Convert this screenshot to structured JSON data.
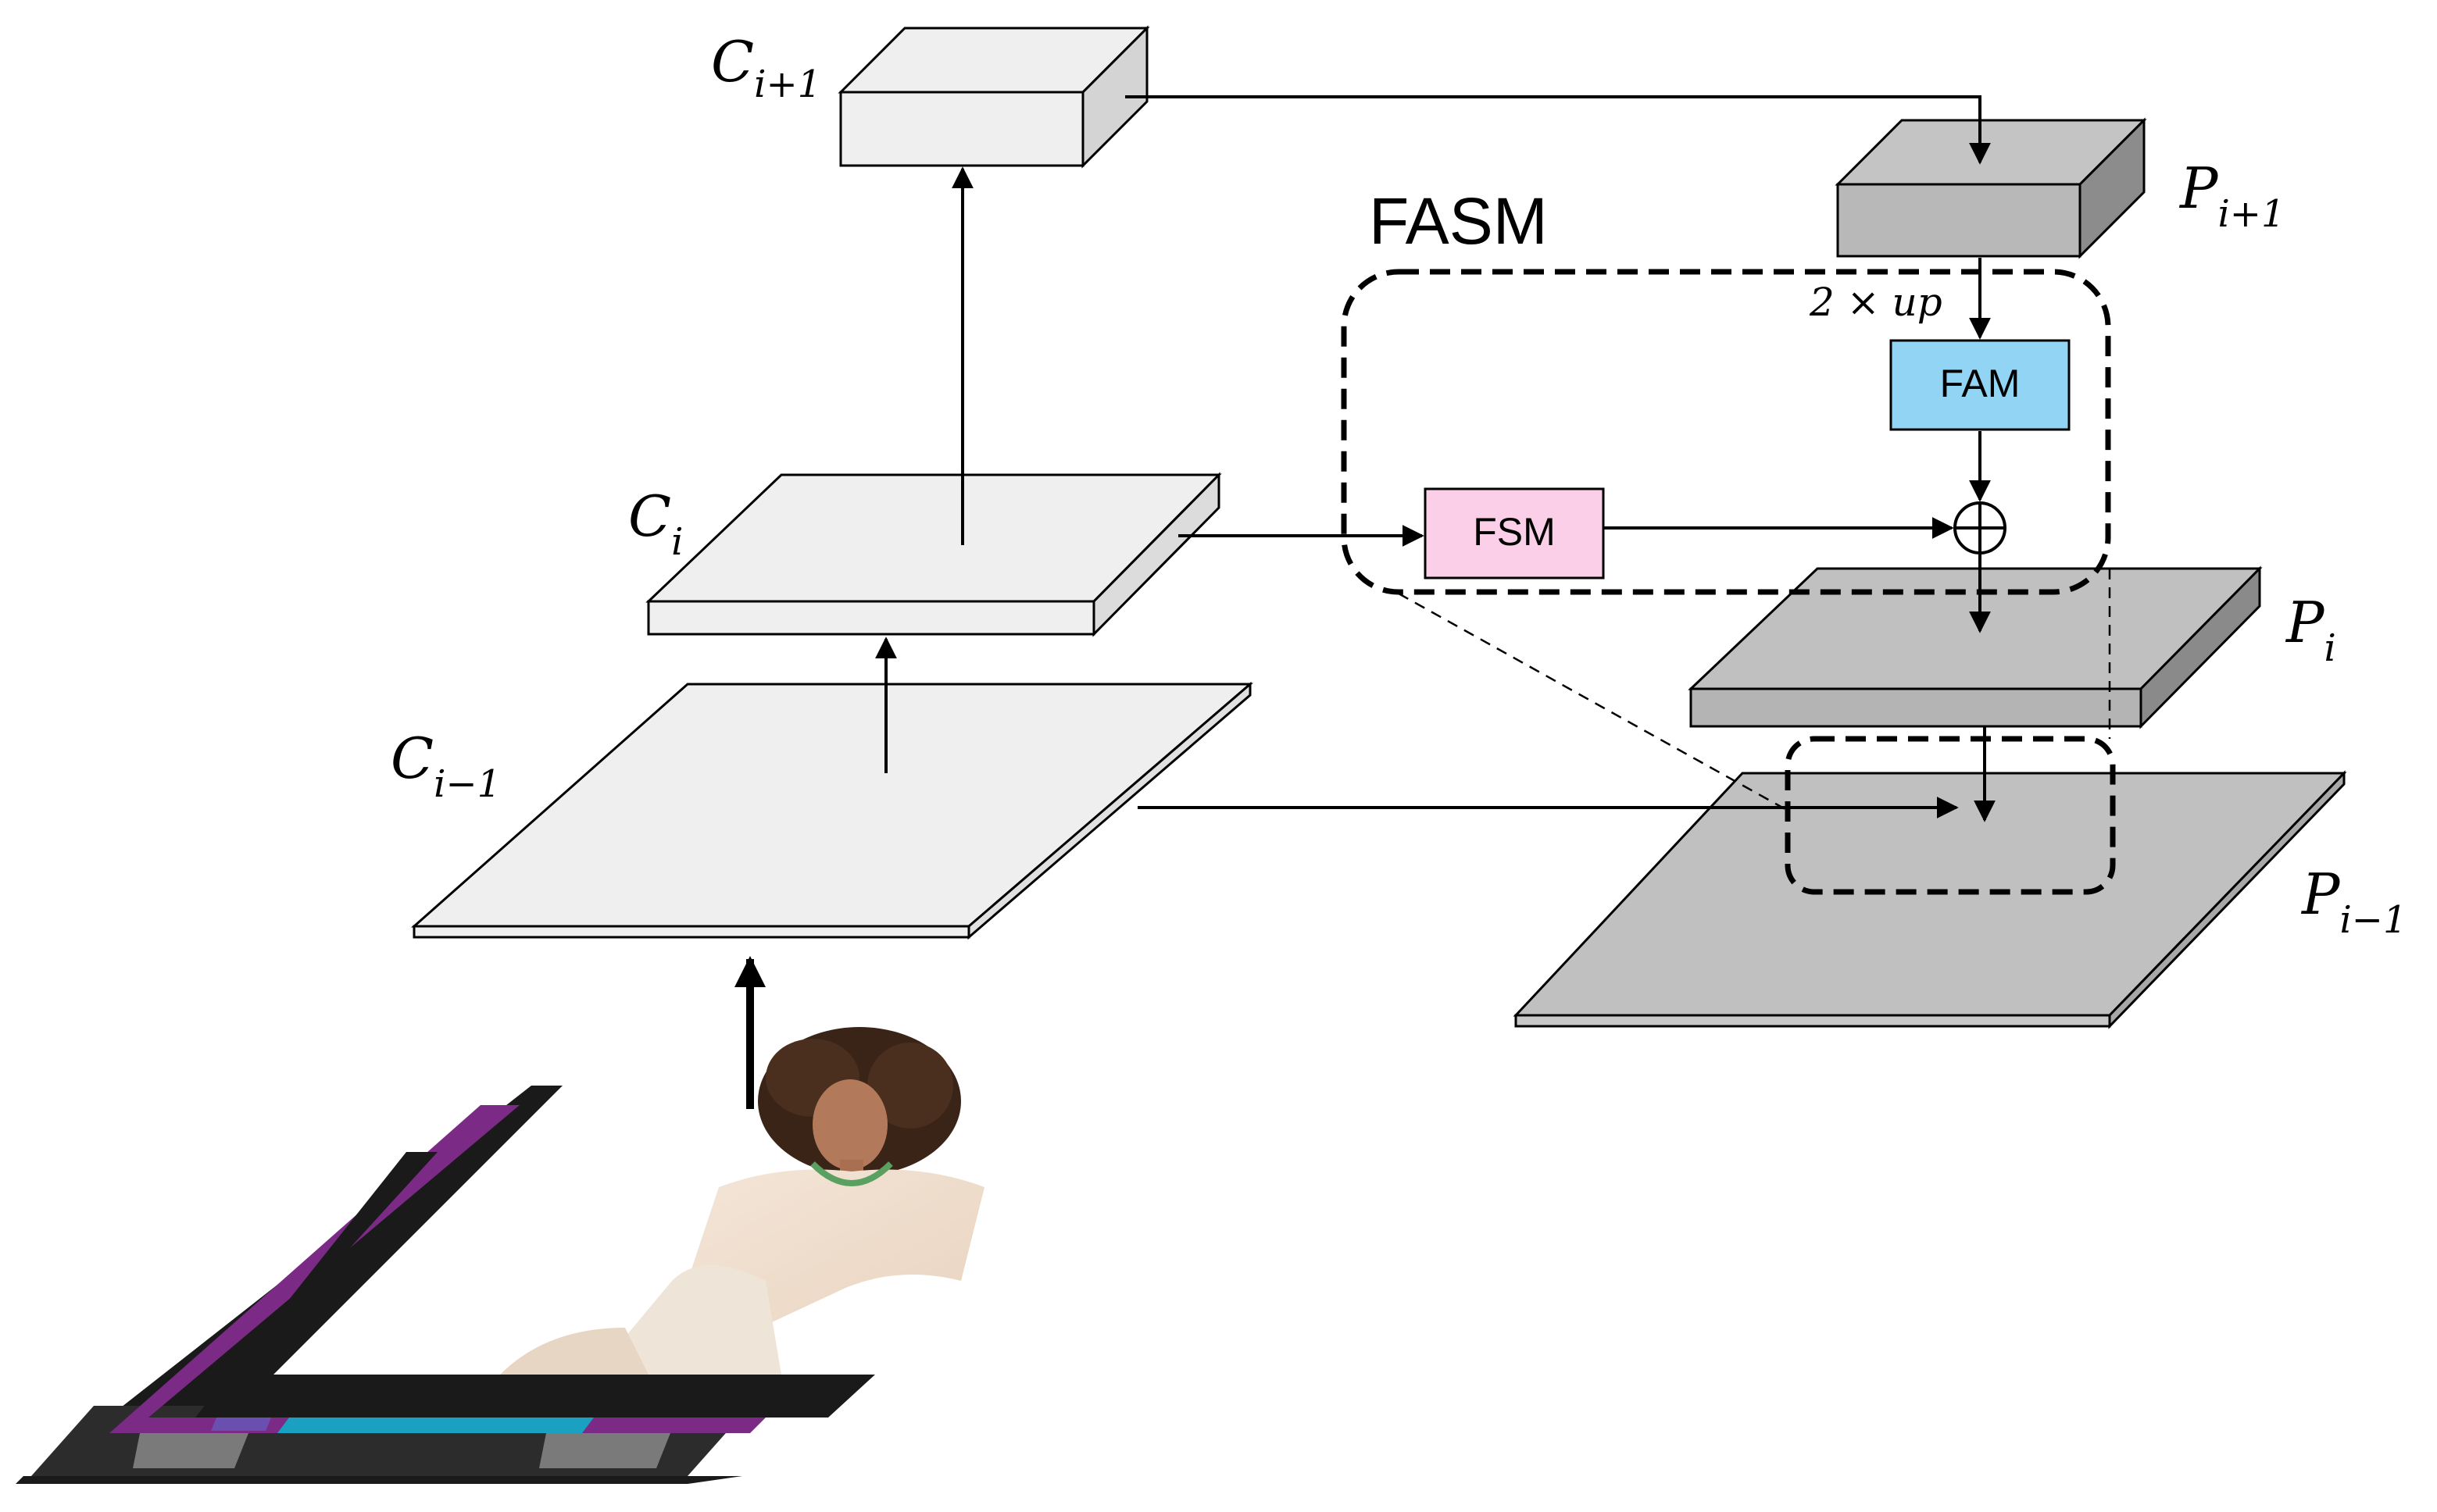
{
  "labels": {
    "c_next": {
      "base": "C",
      "sub": "i+1"
    },
    "c_cur": {
      "base": "C",
      "sub": "i"
    },
    "c_prev": {
      "base": "C",
      "sub": "i−1"
    },
    "p_next": {
      "base": "P",
      "sub": "i+1"
    },
    "p_cur": {
      "base": "P",
      "sub": "i"
    },
    "p_prev": {
      "base": "P",
      "sub": "i−1"
    }
  },
  "fasm_title": "FASM",
  "upsample_label": "2 × up",
  "modules": {
    "fam": "FAM",
    "fsm": "FSM"
  },
  "colors": {
    "encoder_fill": "#efefef",
    "decoder_fill": "#c0c0c0",
    "fam_fill": "#92d4f4",
    "fsm_fill": "#fbcfe8",
    "seg_black": "#1a1a1a",
    "seg_purple": "#7b2a86",
    "seg_cyan": "#1aa0c0"
  },
  "icons": {
    "sum": "circle-plus-icon",
    "input": "person-photo"
  }
}
